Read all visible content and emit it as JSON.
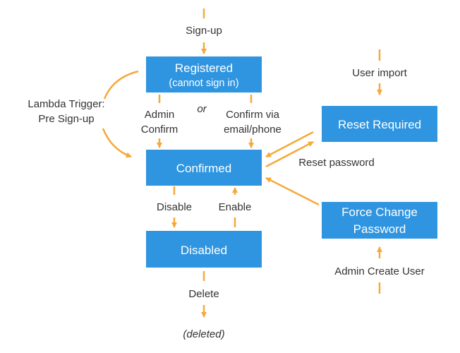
{
  "colors": {
    "box_fill": "#2f95e0",
    "arrow": "#f5a93a",
    "text": "#333333",
    "box_text": "#ffffff"
  },
  "states": {
    "registered": {
      "line1": "Registered",
      "line2": "(cannot sign in)"
    },
    "confirmed": "Confirmed",
    "disabled": "Disabled",
    "reset_required": "Reset Required",
    "force_change": {
      "line1": "Force Change",
      "line2": "Password"
    }
  },
  "labels": {
    "signup": "Sign-up",
    "lambda": {
      "line1": "Lambda Trigger:",
      "line2": "Pre Sign-up"
    },
    "admin_confirm": {
      "line1": "Admin",
      "line2": "Confirm"
    },
    "or": "or",
    "confirm_via": {
      "line1": "Confirm via",
      "line2": "email/phone"
    },
    "user_import": "User import",
    "reset_password": "Reset password",
    "disable": "Disable",
    "enable": "Enable",
    "delete": "Delete",
    "deleted": "(deleted)",
    "admin_create_user": "Admin Create User"
  }
}
